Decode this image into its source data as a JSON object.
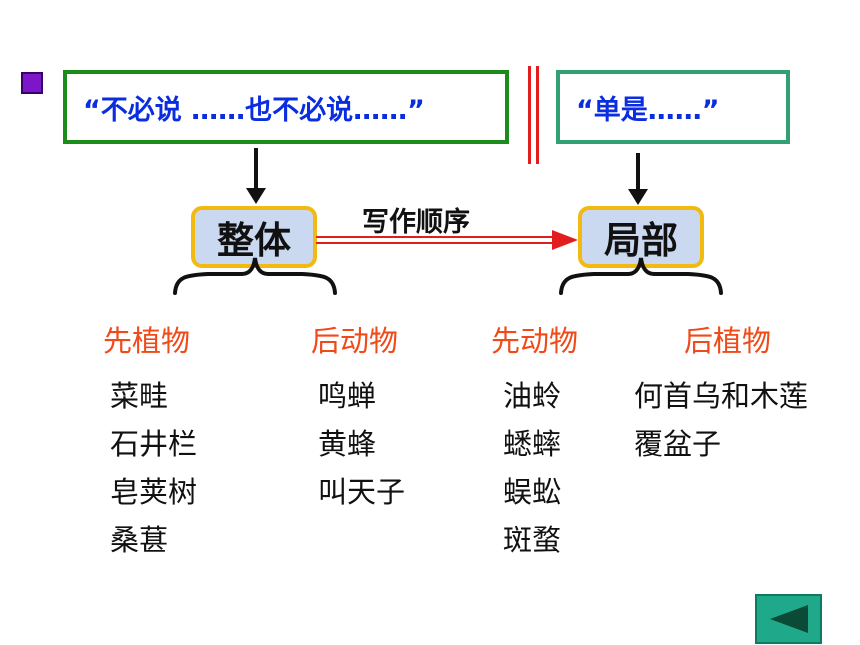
{
  "quotes": {
    "left": "“不必说 ……也不必说……”",
    "right": "“单是……”"
  },
  "keywords": {
    "whole": "整体",
    "part": "局部"
  },
  "order_label": "写作顺序",
  "columns": [
    {
      "heading": "先植物",
      "items": [
        "菜畦",
        "石井栏",
        "皂荚树",
        "桑葚"
      ]
    },
    {
      "heading": "后动物",
      "items": [
        "鸣蝉",
        "黄蜂",
        "叫天子"
      ]
    },
    {
      "heading": "先动物",
      "items": [
        "油蛉",
        "蟋蟀",
        "蜈蚣",
        "斑蝥"
      ]
    },
    {
      "heading": "后植物",
      "items": [
        "何首乌和木莲",
        "覆盆子"
      ]
    }
  ],
  "colors": {
    "quote_text": "#0a2de0",
    "heading_text": "#f04a18",
    "keyword_border": "#f2ba10",
    "keyword_fill": "#cad8f0",
    "arrow": "#e11d1d",
    "nav_button": "#1fa88a"
  },
  "icons": {
    "bullet": "square-bullet-icon",
    "back": "triangle-left-icon"
  }
}
